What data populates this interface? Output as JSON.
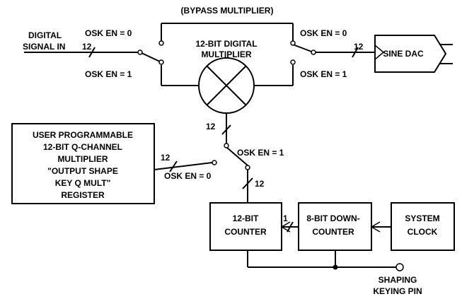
{
  "labels": {
    "bypass": "(BYPASS MULTIPLIER)",
    "digital_signal_in_1": "DIGITAL",
    "digital_signal_in_2": "SIGNAL IN",
    "bus_in": "12",
    "bus_out": "12",
    "bus_mult": "12",
    "bus_q": "12",
    "bus_counter": "12",
    "bus_one": "1",
    "osk_left_top": "OSK EN = 0",
    "osk_left_bottom": "OSK EN = 1",
    "osk_right_top": "OSK EN = 0",
    "osk_right_bottom": "OSK EN = 1",
    "osk_center_1": "OSK EN = 1",
    "osk_center_0": "OSK EN = 0",
    "multiplier_1": "12-BIT DIGITAL",
    "multiplier_2": "MULTIPLIER",
    "sine_dac": "SINE DAC",
    "q_1": "USER PROGRAMMABLE",
    "q_2": "12-BIT Q-CHANNEL",
    "q_3": "MULTIPLIER",
    "q_4": "\"OUTPUT SHAPE",
    "q_5": "KEY Q MULT\"",
    "q_6": "REGISTER",
    "counter_1": "12-BIT",
    "counter_2": "COUNTER",
    "down_1": "8-BIT DOWN-",
    "down_2": "COUNTER",
    "clock_1": "SYSTEM",
    "clock_2": "CLOCK",
    "pin_1": "SHAPING",
    "pin_2": "KEYING PIN"
  }
}
